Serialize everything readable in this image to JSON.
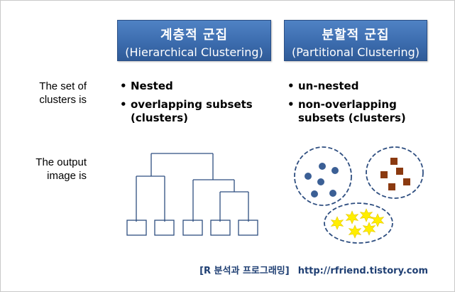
{
  "headers": {
    "hierarchical": {
      "korean": "계층적 군집",
      "english": "(Hierarchical Clustering)"
    },
    "partitional": {
      "korean": "분할적 군집",
      "english": "(Partitional Clustering)"
    }
  },
  "row_labels": {
    "set": "The set of clusters is",
    "output": "The output image is"
  },
  "hierarchical_points": [
    "Nested",
    "overlapping subsets (clusters)"
  ],
  "partitional_points": [
    "un-nested",
    "non-overlapping subsets (clusters)"
  ],
  "footer": {
    "source": "[R 분석과 프로그래밍]",
    "url": "http://rfriend.tistory.com"
  },
  "colors": {
    "header_bg": "#3c6cae",
    "dendrogram_line": "#2e4e80",
    "cluster_outline": "#2e4e80",
    "cluster_circles": "#3b5f95",
    "cluster_squares": "#8b3a10",
    "cluster_stars": "#ffee00"
  }
}
